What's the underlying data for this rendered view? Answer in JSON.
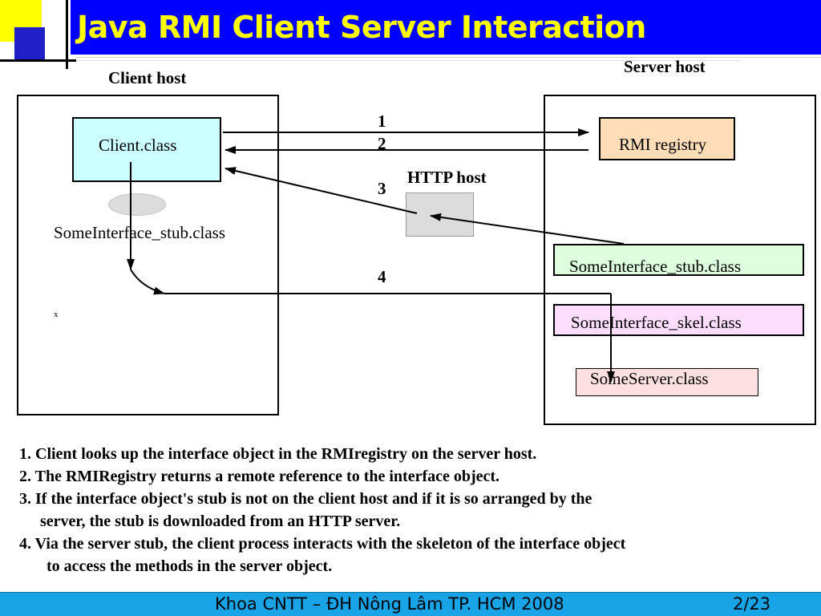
{
  "title": "Java RMI Client Server Interaction",
  "diagram": {
    "client_host_label": "Client host",
    "server_host_label": "Server host",
    "http_host_label": "HTTP host",
    "client_class": "Client.class",
    "client_stub": "SomeInterface_stub.class",
    "client_marker": "x",
    "rmi_registry": "RMI registry",
    "server_stub": "SomeInterface_stub.class",
    "server_skel": "SomeInterface_skel.class",
    "server_class": "SomeServer.class",
    "step_labels": [
      "1",
      "2",
      "3",
      "4"
    ],
    "colors": {
      "client_class_fill": "#ccffff",
      "rmi_registry_fill": "#ffddb8",
      "server_stub_fill": "#ddffdd",
      "server_skel_fill": "#ffddff",
      "server_class_fill": "#ffe0e0",
      "http_host_fill": "#dcdcdc",
      "stub_ellipse_fill": "#dcdcdc"
    }
  },
  "notes": [
    "1. Client looks up the interface object in the RMIregistry on the server host.",
    "2. The RMIRegistry returns a remote reference to the interface object.",
    "3. If the interface object's stub is not on the client host and if it is so arranged by the",
    "server, the stub is downloaded from an HTTP server.",
    "4. Via the server stub, the client process interacts with the skeleton of the interface object",
    "to access the methods in the server object."
  ],
  "footer": {
    "text": "Khoa CNTT – ĐH Nông Lâm TP. HCM 2008",
    "page": "2/23"
  }
}
